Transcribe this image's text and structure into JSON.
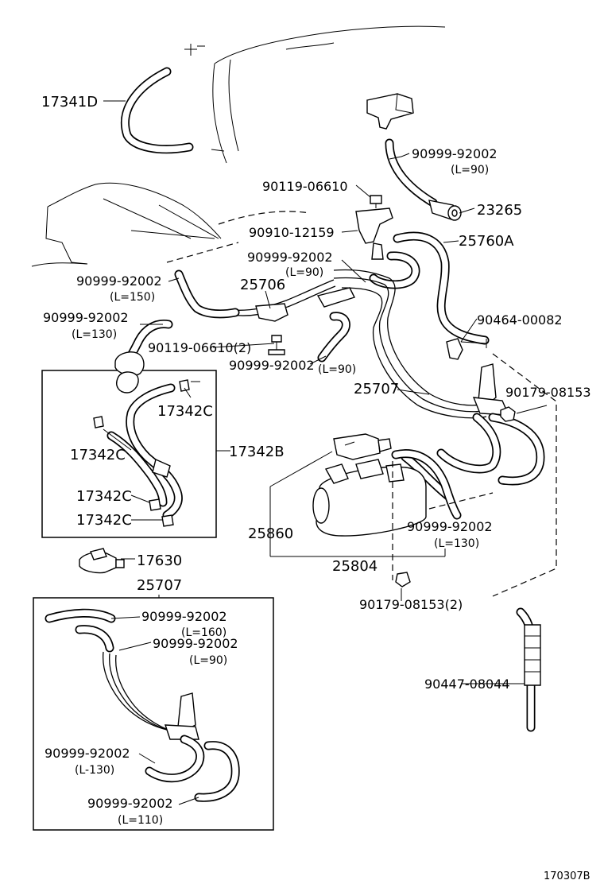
{
  "labels": {
    "p17341D": "17341D",
    "p90999_92002_l90_top": "90999-92002",
    "l90_top": "(L=90)",
    "p90119_06610": "90119-06610",
    "p23265": "23265",
    "p90910_12159": "90910-12159",
    "p25760A": "25760A",
    "p90999_92002_l90_mid": "90999-92002",
    "l90_mid": "(L=90)",
    "p90999_92002_l150": "90999-92002",
    "l150": "(L=150)",
    "p25706": "25706",
    "p90464_00082": "90464-00082",
    "p90999_92002_l130_left": "90999-92002",
    "l130_left": "(L=130)",
    "p90119_06610_2": "90119-06610(2)",
    "p90999_92002_l90_low": "90999-92002",
    "l90_low": "(L=90)",
    "p25707": "25707",
    "p90179_08153": "90179-08153",
    "p17342C_a": "17342C",
    "p17342C_b": "17342C",
    "p17342B": "17342B",
    "p17342C_c": "17342C",
    "p17342C_d": "17342C",
    "p25860": "25860",
    "p90999_92002_l130_right": "90999-92002",
    "l130_right": "(L=130)",
    "p25804": "25804",
    "p17630": "17630",
    "p25707_sub": "25707",
    "p90179_08153_2": "90179-08153(2)",
    "s90999_92002_l160": "90999-92002",
    "sl160": "(L=160)",
    "s90999_92002_l90": "90999-92002",
    "sl90": "(L=90)",
    "p90447_08044": "90447-08044",
    "s90999_92002_l130": "90999-92002",
    "sl130": "(L-130)",
    "s90999_92002_l110": "90999-92002",
    "sl110": "(L=110)",
    "figure_id": "170307B"
  }
}
